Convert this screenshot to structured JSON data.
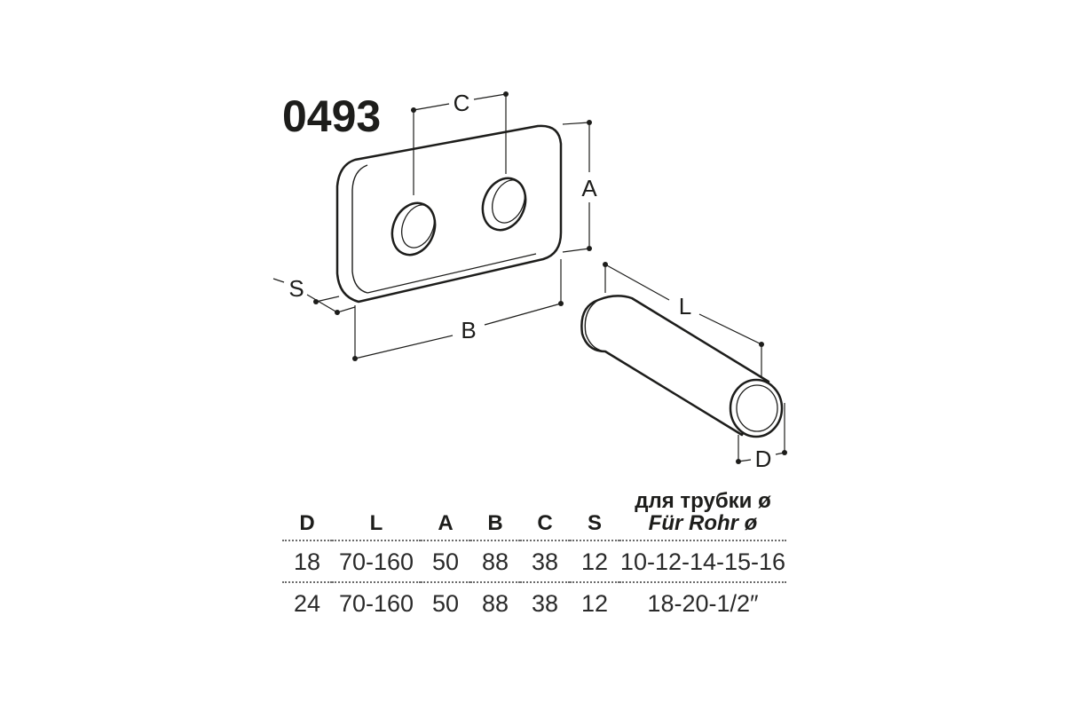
{
  "product": {
    "model_code": "0493"
  },
  "dimension_labels": {
    "c": "C",
    "a": "A",
    "s": "S",
    "b": "B",
    "l": "L",
    "d": "D"
  },
  "table": {
    "headers": {
      "d": "D",
      "l": "L",
      "a": "A",
      "b": "B",
      "c": "C",
      "s": "S",
      "pipe_ru": "для трубки ø",
      "pipe_de": "Für Rohr ø"
    },
    "rows": [
      {
        "d": "18",
        "l": "70-160",
        "a": "50",
        "b": "88",
        "c": "38",
        "s": "12",
        "pipe": "10-12-14-15-16"
      },
      {
        "d": "24",
        "l": "70-160",
        "a": "50",
        "b": "88",
        "c": "38",
        "s": "12",
        "pipe": "18-20-1/2″"
      }
    ]
  },
  "colors": {
    "line": "#1d1d1b",
    "fill": "#ffffff"
  }
}
